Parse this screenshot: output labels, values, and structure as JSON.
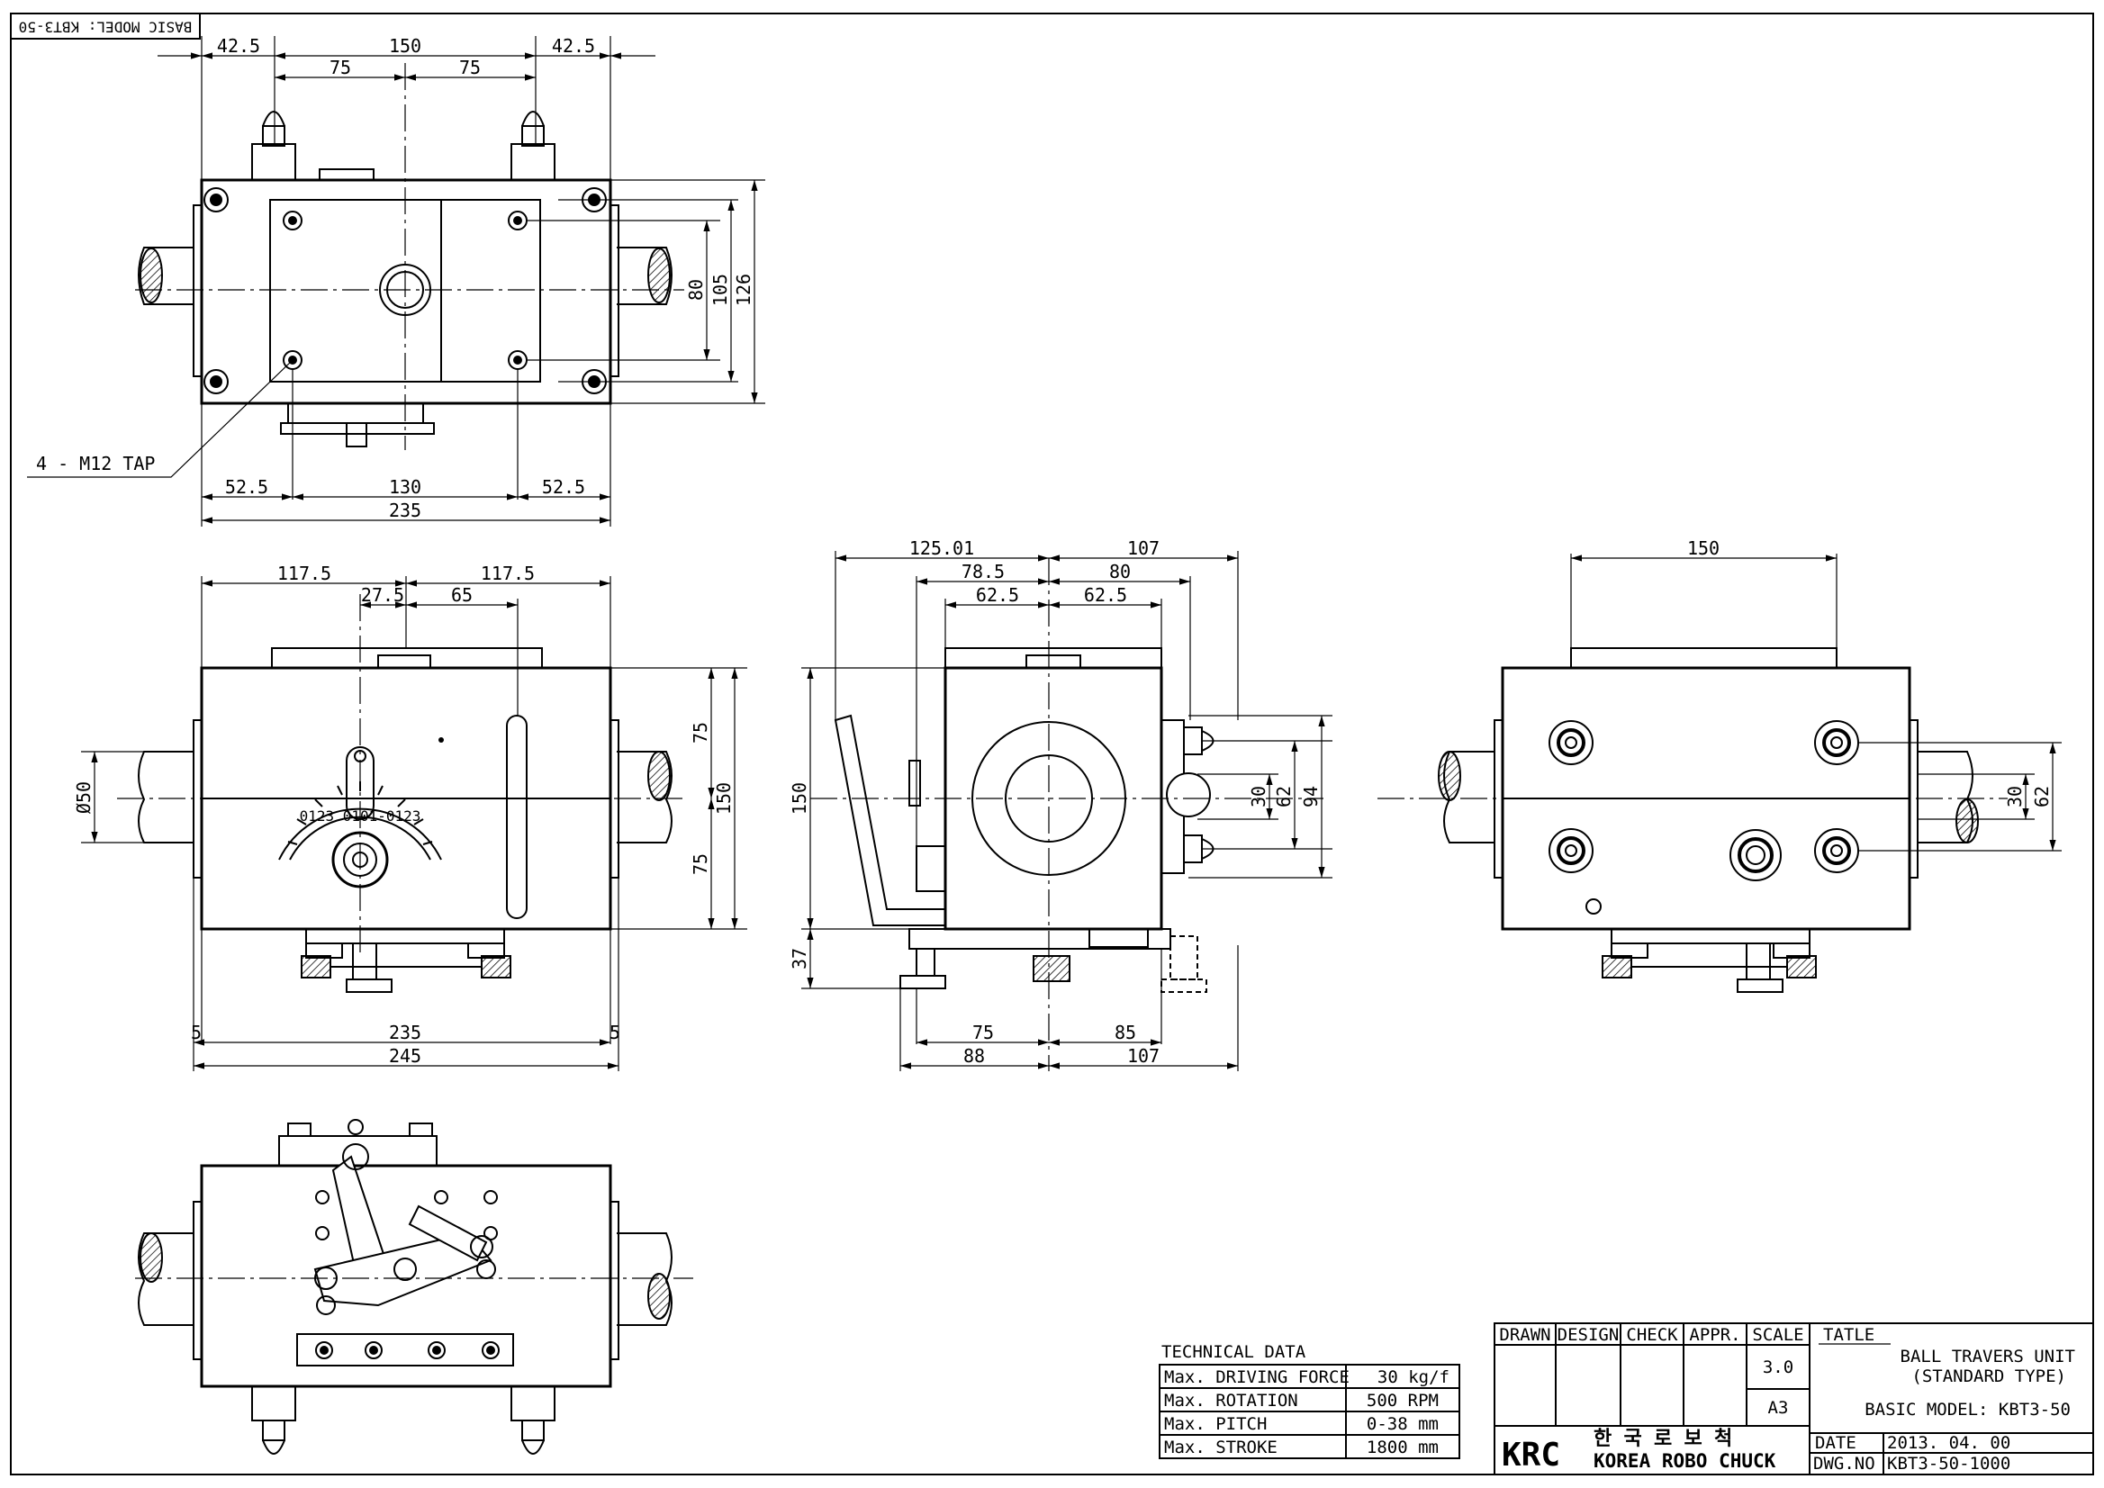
{
  "sheet": {
    "basic_model_tag": "BASIC MODEL: KBT3-50"
  },
  "dimensions": {
    "top_view": [
      "42.5",
      "150",
      "42.5",
      "75",
      "75",
      "52.5",
      "130",
      "52.5",
      "235",
      "80",
      "105",
      "126"
    ],
    "front_view": [
      "117.5",
      "117.5",
      "27.5",
      "65",
      "75",
      "150",
      "75",
      "Ø50",
      "5",
      "235",
      "5",
      "245"
    ],
    "side_view": [
      "125.01",
      "107",
      "78.5",
      "80",
      "62.5",
      "62.5",
      "150",
      "37",
      "30",
      "62",
      "94",
      "75",
      "85",
      "88",
      "107"
    ],
    "rear_view": [
      "150",
      "30",
      "62"
    ]
  },
  "callout": {
    "text": "4 - M12 TAP"
  },
  "dial": {
    "text": "0123 0101-0123"
  },
  "technical_data": {
    "title": "TECHNICAL DATA",
    "rows": [
      {
        "label": "Max. DRIVING FORCE",
        "value": "30 kg/f"
      },
      {
        "label": "Max. ROTATION",
        "value": "500 RPM"
      },
      {
        "label": "Max. PITCH",
        "value": "0-38 mm"
      },
      {
        "label": "Max. STROKE",
        "value": "1800 mm"
      }
    ]
  },
  "title_block": {
    "headers": [
      "DRAWN",
      "DESIGN",
      "CHECK",
      "APPR.",
      "SCALE"
    ],
    "scale": "3.0",
    "paper": "A3",
    "tatle_label": "TATLE",
    "product_title": "BALL TRAVERS UNIT",
    "product_subtitle": "(STANDARD TYPE)",
    "basic_model": "BASIC MODEL: KBT3-50",
    "logo": "KRC",
    "korean_name": "한 국 로 보 척",
    "company": "KOREA ROBO CHUCK",
    "date_label": "DATE",
    "date_value": "2013. 04. 00",
    "dwgno_label": "DWG.NO",
    "dwgno_value": "KBT3-50-1000"
  }
}
